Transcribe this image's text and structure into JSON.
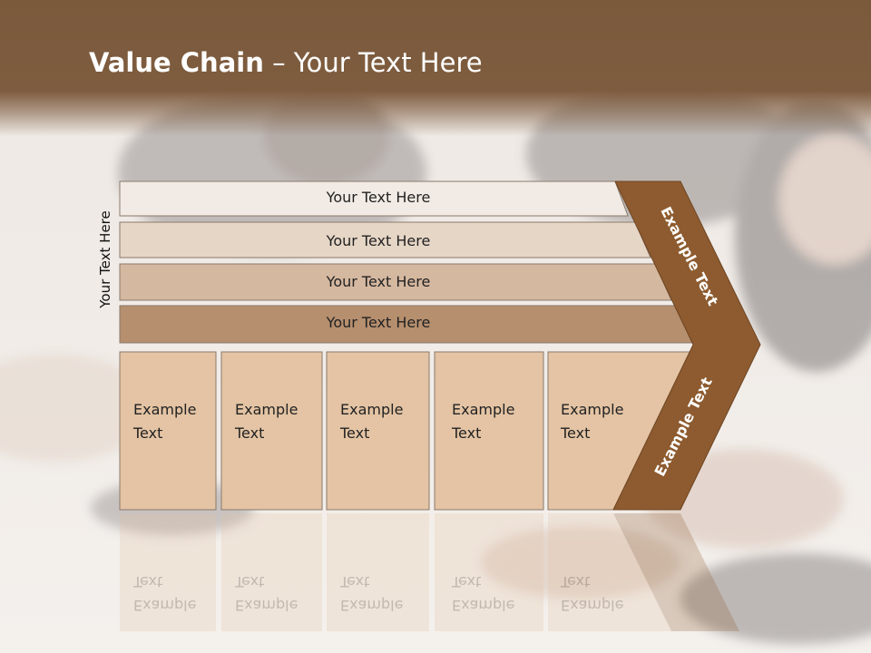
{
  "slide": {
    "title_bold": "Value Chain",
    "title_rest": " – Your Text Here",
    "side_label": "Your Text Here"
  },
  "rows": [
    {
      "label": "Your Text Here",
      "color": "#f2ebe5"
    },
    {
      "label": "Your Text Here",
      "color": "#e6d6c6"
    },
    {
      "label": "Your Text Here",
      "color": "#d5b8a0"
    },
    {
      "label": "Your Text Here",
      "color": "#b68f6e"
    }
  ],
  "boxes": [
    {
      "line1": "Example",
      "line2": "Text"
    },
    {
      "line1": "Example",
      "line2": "Text"
    },
    {
      "line1": "Example",
      "line2": "Text"
    },
    {
      "line1": "Example",
      "line2": "Text"
    },
    {
      "line1": "Example",
      "line2": "Text"
    }
  ],
  "chevron": {
    "upper_text": "Example Text",
    "lower_text": "Example Text",
    "color": "#8d5b2f"
  },
  "colors": {
    "header": "#7b5a3c",
    "box_fill": "#e4c4a4"
  }
}
